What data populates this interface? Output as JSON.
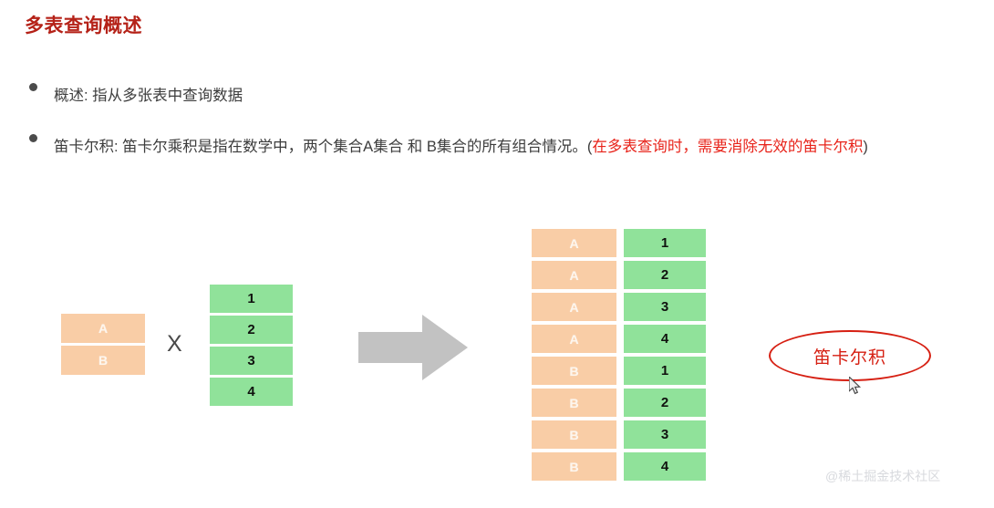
{
  "slide": {
    "title": "多表查询概述",
    "bullets": [
      {
        "text": "概述: 指从多张表中查询数据"
      },
      {
        "lead": "笛卡尔积: 笛卡尔乘积是指在数学中，两个集合A集合 和 B集合的所有组合情况。(",
        "highlight": "在多表查询时，需要消除无效的笛卡尔积",
        "tail": ")"
      }
    ],
    "watermark": "@稀土掘金技术社区"
  },
  "diagram": {
    "operator": "X",
    "left_table": {
      "label": "set-a",
      "values": [
        "A",
        "B"
      ]
    },
    "right_table": {
      "label": "set-b",
      "values": [
        "1",
        "2",
        "3",
        "4"
      ]
    },
    "arrow": "arrow-right-icon",
    "result_table": {
      "label": "cartesian-product",
      "rows": [
        {
          "left": "A",
          "right": "1"
        },
        {
          "left": "A",
          "right": "2"
        },
        {
          "left": "A",
          "right": "3"
        },
        {
          "left": "A",
          "right": "4"
        },
        {
          "left": "B",
          "right": "1"
        },
        {
          "left": "B",
          "right": "2"
        },
        {
          "left": "B",
          "right": "3"
        },
        {
          "left": "B",
          "right": "4"
        }
      ]
    },
    "annotation": {
      "text": "笛卡尔积"
    }
  },
  "colors": {
    "title_red": "#b52218",
    "highlight_red": "#e8231a",
    "annotation_red": "#d61f12",
    "cell_orange": "#f9cda6",
    "cell_green": "#90e29a",
    "arrow_gray": "#c2c2c2",
    "watermark_gray": "#d8dade"
  }
}
